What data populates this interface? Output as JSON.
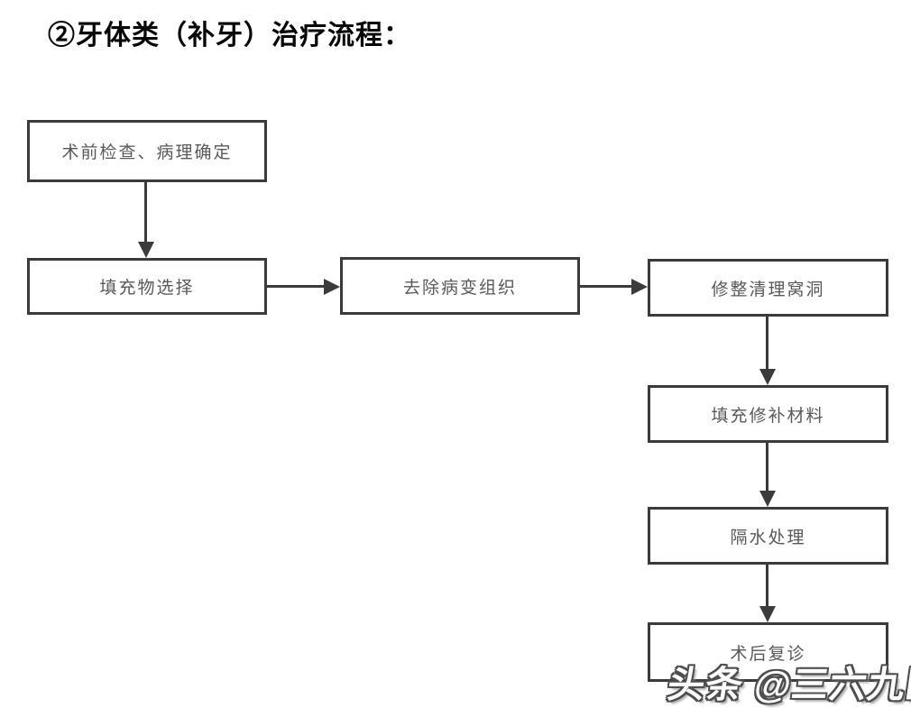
{
  "title": "②牙体类（补牙）治疗流程：",
  "flowchart": {
    "nodes": [
      {
        "id": "pre-exam",
        "label": "术前检查、病理确定"
      },
      {
        "id": "filling-choice",
        "label": "填充物选择"
      },
      {
        "id": "remove-lesion",
        "label": "去除病变组织"
      },
      {
        "id": "trim-cavity",
        "label": "修整清理窝洞"
      },
      {
        "id": "fill-material",
        "label": "填充修补材料"
      },
      {
        "id": "water-isolation",
        "label": "隔水处理"
      },
      {
        "id": "followup",
        "label": "术后复诊"
      }
    ],
    "edges": [
      {
        "from": "pre-exam",
        "to": "filling-choice",
        "direction": "down"
      },
      {
        "from": "filling-choice",
        "to": "remove-lesion",
        "direction": "right"
      },
      {
        "from": "remove-lesion",
        "to": "trim-cavity",
        "direction": "right"
      },
      {
        "from": "trim-cavity",
        "to": "fill-material",
        "direction": "down"
      },
      {
        "from": "fill-material",
        "to": "water-isolation",
        "direction": "down"
      },
      {
        "from": "water-isolation",
        "to": "followup",
        "direction": "down"
      }
    ]
  },
  "watermark": "头条 @三六九医才网",
  "colors": {
    "background": "#ffffff",
    "box_border": "#3b3b3b",
    "box_text": "#595959",
    "title_text": "#070707",
    "arrow": "#3b3b3b",
    "watermark_fill": "#ffffff",
    "watermark_outline": "#4e4e4e"
  }
}
